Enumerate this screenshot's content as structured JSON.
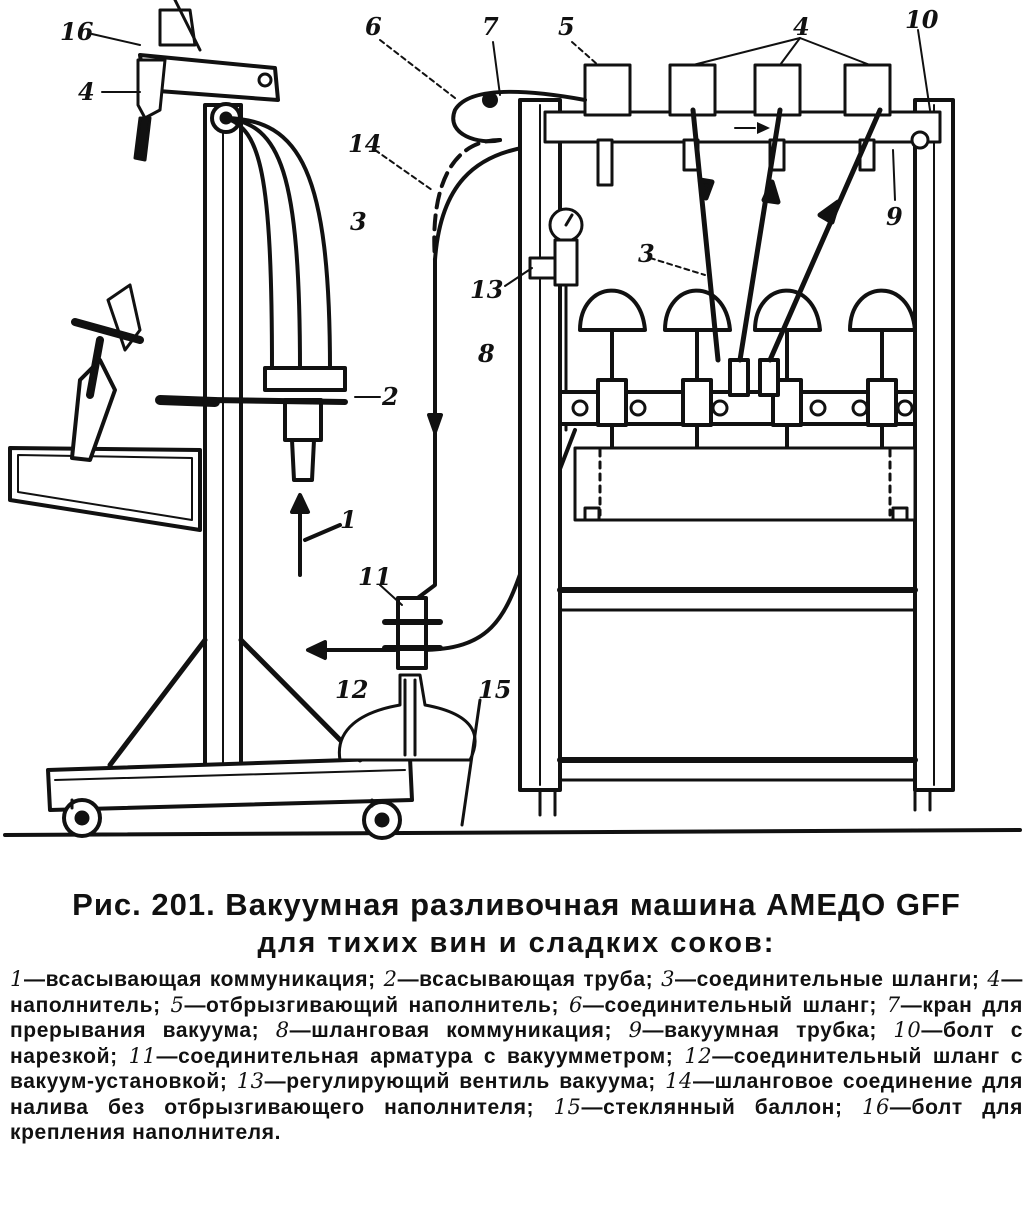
{
  "figure": {
    "labels": {
      "l16": "16",
      "l4a": "4",
      "l6": "6",
      "l7": "7",
      "l5": "5",
      "l4b": "4",
      "l10": "10",
      "l14": "14",
      "l3a": "3",
      "l3b": "3",
      "l9": "9",
      "l13": "13",
      "l8": "8",
      "l2": "2",
      "l1": "1",
      "l11": "11",
      "l12": "12",
      "l15": "15"
    }
  },
  "caption": {
    "title": "Рис. 201. Вакуумная разливочная машина АМЕДО GFF",
    "subtitle": "для тихих вин и сладких соков:",
    "items": [
      {
        "num": "1",
        "text": "—всасывающая коммуникация; "
      },
      {
        "num": "2",
        "text": "—всасывающая труба; "
      },
      {
        "num": "3",
        "text": "—соединительные шланги; "
      },
      {
        "num": "4",
        "text": "—наполнитель; "
      },
      {
        "num": "5",
        "text": "—отбрызгивающий наполнитель; "
      },
      {
        "num": "6",
        "text": "—соединительный шланг; "
      },
      {
        "num": "7",
        "text": "—кран для прерывания вакуума; "
      },
      {
        "num": "8",
        "text": "—шланговая коммуникация; "
      },
      {
        "num": "9",
        "text": "—вакуумная трубка; "
      },
      {
        "num": "10",
        "text": "—болт с нарезкой; "
      },
      {
        "num": "11",
        "text": "—соединительная арматура с вакуумметром; "
      },
      {
        "num": "12",
        "text": "—соединительный шланг с вакуум-установкой; "
      },
      {
        "num": "13",
        "text": "—регулирующий вентиль вакуума; "
      },
      {
        "num": "14",
        "text": "—шланговое соединение для налива без отбрызгивающего наполнителя; "
      },
      {
        "num": "15",
        "text": "—стеклянный баллон; "
      },
      {
        "num": "16",
        "text": "—болт для крепления наполнителя."
      }
    ]
  }
}
